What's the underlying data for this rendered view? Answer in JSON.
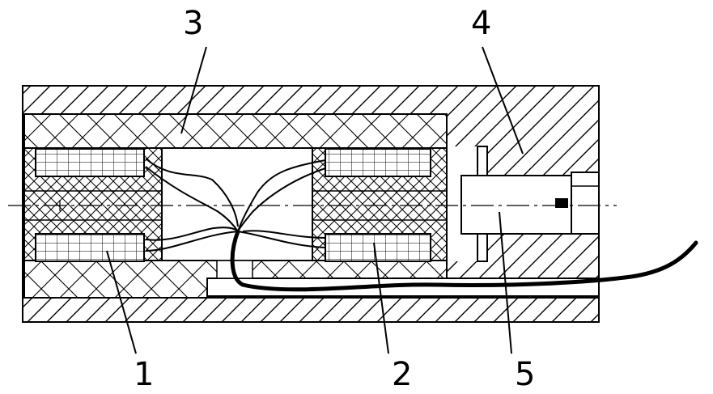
{
  "diagram": {
    "labels": {
      "l1": "1",
      "l2": "2",
      "l3": "3",
      "l4": "4",
      "l5": "5"
    },
    "stroke_color": "#000000",
    "background": "#ffffff"
  }
}
